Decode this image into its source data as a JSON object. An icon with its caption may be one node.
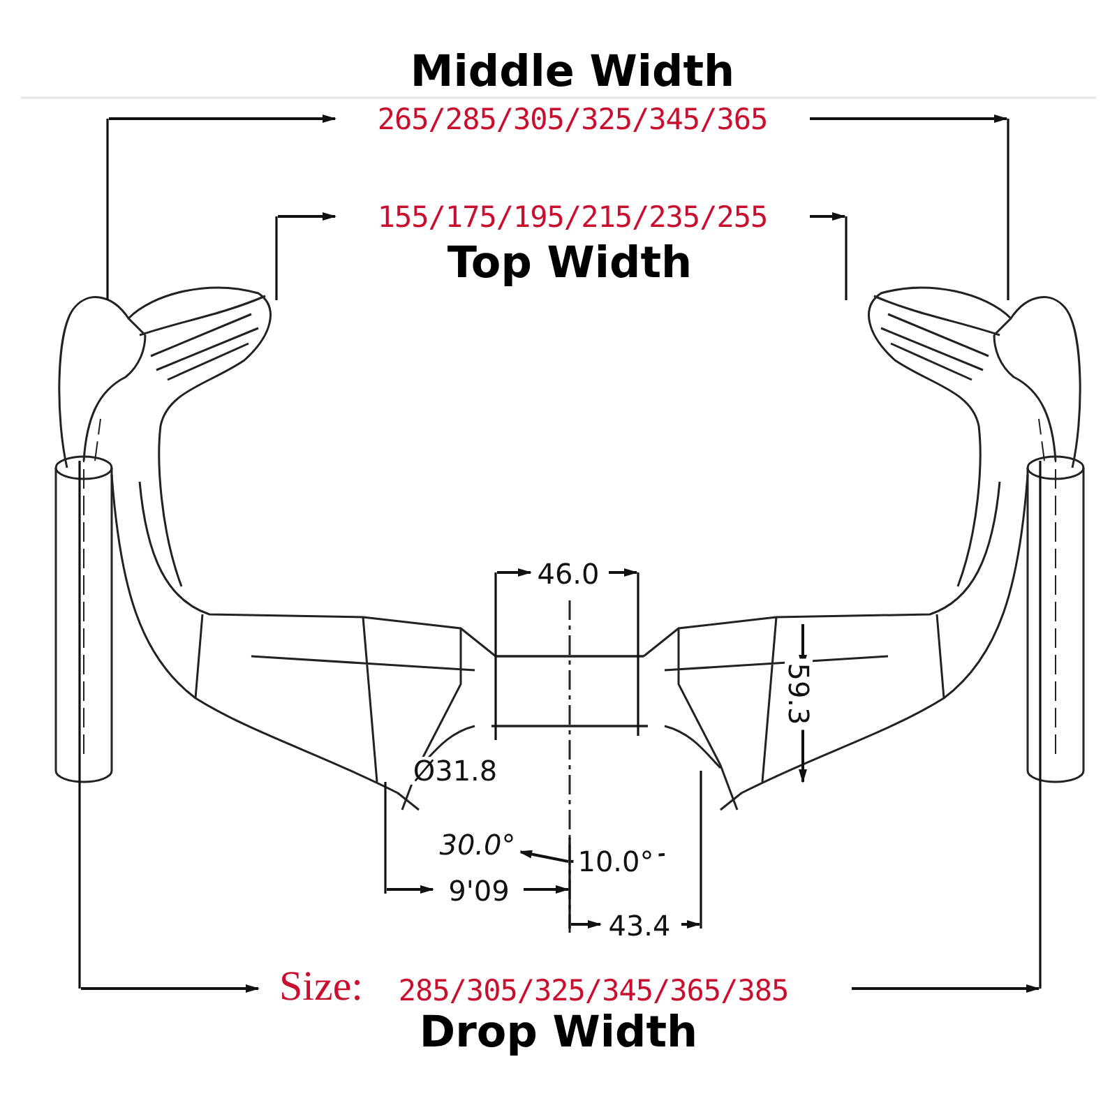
{
  "diagram": {
    "labels": [
      "Middle Width",
      "265/285/305/325/345/365",
      "155/175/195/215/235/255",
      "Top Width",
      "46.0",
      "59.3",
      "Ø31.8",
      "30.0°",
      "10.0°",
      "9'09",
      "43.4",
      "Size:",
      "285/305/325/345/365/385",
      "Drop Width"
    ]
  }
}
